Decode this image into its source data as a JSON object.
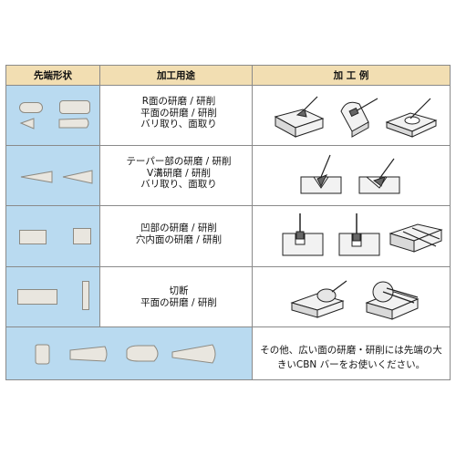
{
  "header": {
    "col1": "先端形状",
    "col2": "加工用途",
    "col3": "加 工 例"
  },
  "rows": [
    {
      "usage": [
        "R面の研磨 / 研削",
        "平面の研磨 / 研削",
        "バリ取り、面取り"
      ]
    },
    {
      "usage": [
        "テーパー部の研磨 / 研削",
        "V溝研磨 / 研削",
        "バリ取り、面取り"
      ]
    },
    {
      "usage": [
        "凹部の研磨 / 研削",
        "穴内面の研磨 / 研削"
      ]
    },
    {
      "usage": [
        "切断",
        "平面の研磨 / 研削"
      ]
    }
  ],
  "note": {
    "line1": "その他、広い面の研磨・研削には先端の大",
    "line2": "きいCBN バーをお使いください。"
  },
  "colors": {
    "header_bg": "#f2deb2",
    "shape_cell_bg": "#b9daf0",
    "border": "#8a8a8a"
  }
}
